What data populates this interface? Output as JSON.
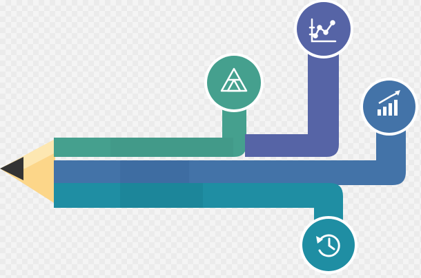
{
  "colors": {
    "green": "#45a08e",
    "purple": "#5664a6",
    "blue": "#4373a8",
    "teal": "#1f8ea3",
    "pencil_wood": "#fcd689",
    "pencil_wood_light": "#fde7b1",
    "pencil_lead": "#333333",
    "background": "#f4f4f4"
  },
  "nodes": [
    {
      "id": "triangle",
      "icon": "triforce-icon",
      "color": "green"
    },
    {
      "id": "chart",
      "icon": "line-chart-icon",
      "color": "purple"
    },
    {
      "id": "growth",
      "icon": "bar-growth-icon",
      "color": "blue"
    },
    {
      "id": "history",
      "icon": "history-clock-icon",
      "color": "teal"
    }
  ]
}
